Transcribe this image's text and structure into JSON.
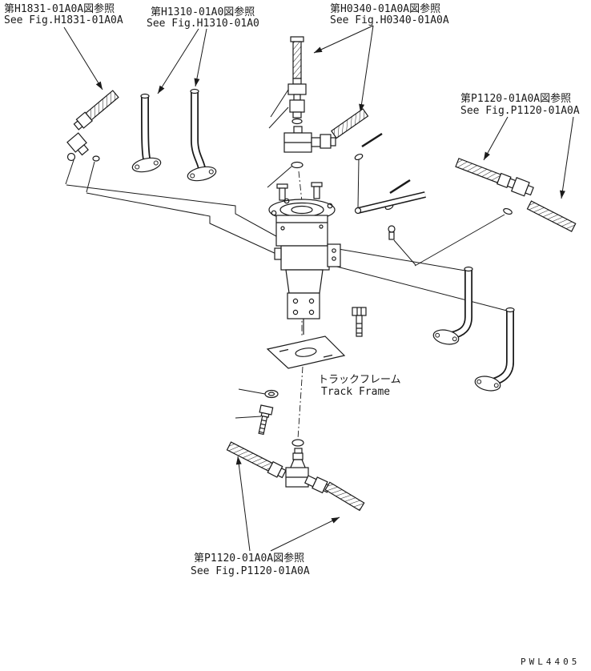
{
  "page": {
    "background": "#ffffff",
    "line_color": "#1a1a1a"
  },
  "labels": {
    "ref_h1831": {
      "jp": "第H1831-01A0A図参照",
      "en": "See Fig.H1831-01A0A"
    },
    "ref_h1310": {
      "jp": "第H1310-01A0図参照",
      "en": "See Fig.H1310-01A0"
    },
    "ref_h0340": {
      "jp": "第H0340-01A0A図参照",
      "en": "See Fig.H0340-01A0A"
    },
    "ref_p1120_right": {
      "jp": "第P1120-01A0A図参照",
      "en": "See Fig.P1120-01A0A"
    },
    "ref_p1120_bottom": {
      "jp": "第P1120-01A0A図参照",
      "en": "See Fig.P1120-01A0A"
    },
    "track_frame": {
      "jp": "トラックフレーム",
      "en": "Track Frame"
    },
    "drawing_code": "PWL4405"
  }
}
